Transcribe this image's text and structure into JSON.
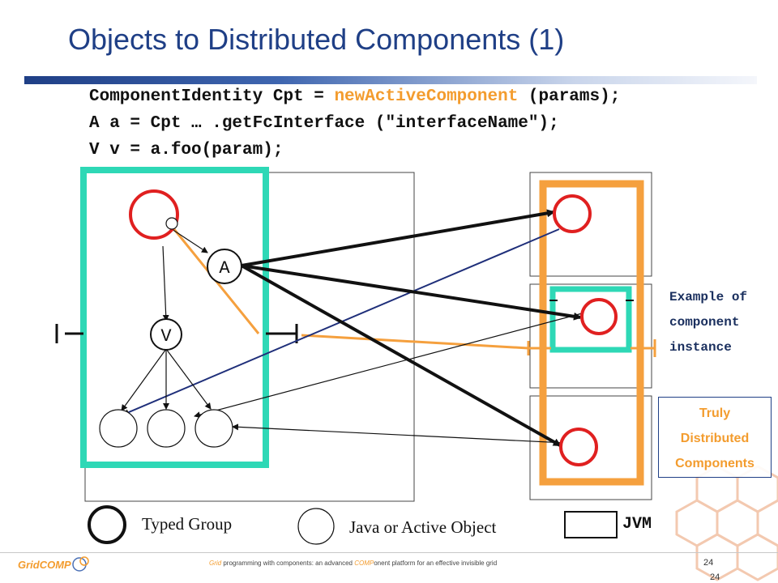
{
  "title": "Objects to Distributed Components (1)",
  "code": {
    "line1_pre": "ComponentIdentity Cpt = ",
    "line1_hl": "newActiveComponent",
    "line1_post": " (params);",
    "line2": "A a = Cpt … .getFcInterface (\"interfaceName\");",
    "line3": "V v = a.foo(param);"
  },
  "nodes": {
    "a_label": "A",
    "v_label": "V"
  },
  "example": {
    "line1": "Example of",
    "line2": "component",
    "line3": "instance"
  },
  "truly": {
    "line1": "Truly",
    "line2": "Distributed",
    "line3": "Components"
  },
  "legend": {
    "typed_group": "Typed Group",
    "java_object": "Java or Active Object",
    "jvm": "JVM"
  },
  "footer": {
    "logo": "GridCOMP",
    "text_pre": "Grid",
    "text_mid1": " programming with components: an advanced ",
    "text_comp": "COMP",
    "text_mid2": "onent  platform for an effective invisible grid",
    "page": "24",
    "page2": "24"
  },
  "colors": {
    "title": "#1f3f86",
    "accent": "#f39c2e",
    "group_red": "#e02020",
    "component_teal": "#2ed8b6",
    "jvm_border": "#333333"
  }
}
